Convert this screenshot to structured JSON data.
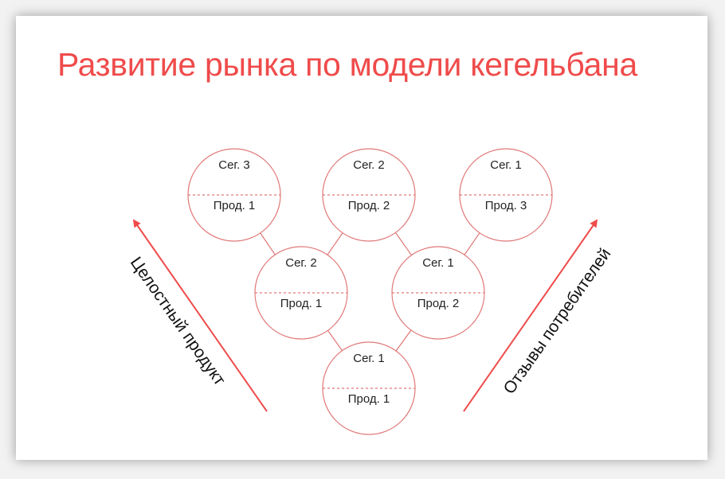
{
  "title": "Развитие рынка по модели кегельбана",
  "nodes": [
    {
      "seg": "Сег. 3",
      "prod": "Прод. 1"
    },
    {
      "seg": "Сег. 2",
      "prod": "Прод. 2"
    },
    {
      "seg": "Сег. 1",
      "prod": "Прод. 3"
    },
    {
      "seg": "Сег. 2",
      "prod": "Прод. 1"
    },
    {
      "seg": "Сег. 1",
      "prod": "Прод. 2"
    },
    {
      "seg": "Сег. 1",
      "prod": "Прод. 1"
    }
  ],
  "left_axis": "Целостный продукт",
  "right_axis": "Отзывы потребителей",
  "colors": {
    "accent": "#ef4b4b",
    "circle": "#e07878"
  }
}
